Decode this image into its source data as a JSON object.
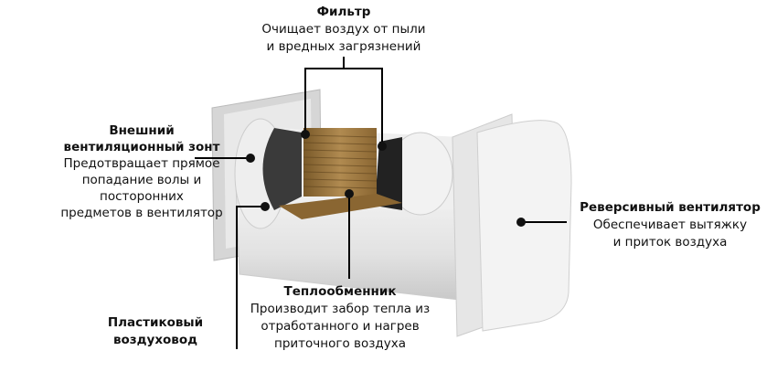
{
  "filter": {
    "title": "Фильтр",
    "lines": [
      "Очищает воздух от пыли",
      "и вредных загрязнений"
    ]
  },
  "hood": {
    "title": [
      "Внешний",
      "вентиляционный зонт"
    ],
    "lines": [
      "Предотвращает прямое",
      "попадание волы и посторонних",
      "предметов в вентилятор"
    ]
  },
  "duct": {
    "title": [
      "Пластиковый",
      "воздуховод"
    ]
  },
  "exchanger": {
    "title": "Теплообменник",
    "lines": [
      "Производит забор тепла из",
      "отработанного и нагрев",
      "приточного воздуха"
    ]
  },
  "fan": {
    "title": "Реверсивный вентилятор",
    "lines": [
      "Обеспечивает вытяжку",
      "и приток воздуха"
    ]
  }
}
